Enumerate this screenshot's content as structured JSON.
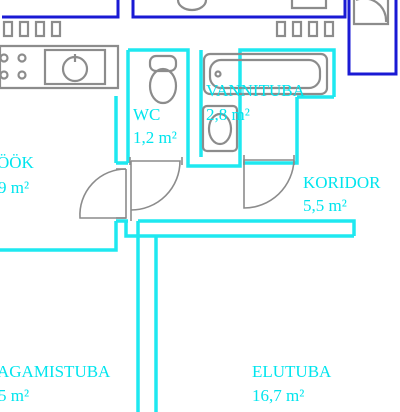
{
  "rooms": [
    {
      "name": "WC",
      "area": "1,2 m²"
    },
    {
      "name": "VANNITUBA",
      "area": "2,8 m²"
    },
    {
      "name": "ÖÖK",
      "area": "9 m²"
    },
    {
      "name": "KORIDOR",
      "area": "5,5 m²"
    },
    {
      "name": "AGAMISTUBA",
      "area": "5 m²"
    },
    {
      "name": "ELUTUBA",
      "area": "16,7 m²"
    }
  ],
  "colors": {
    "interior_wall": "#1ee8f0",
    "exterior_wall": "#1a1ad4",
    "label": "#00e5ee",
    "fixture": "#8c8c8c"
  }
}
